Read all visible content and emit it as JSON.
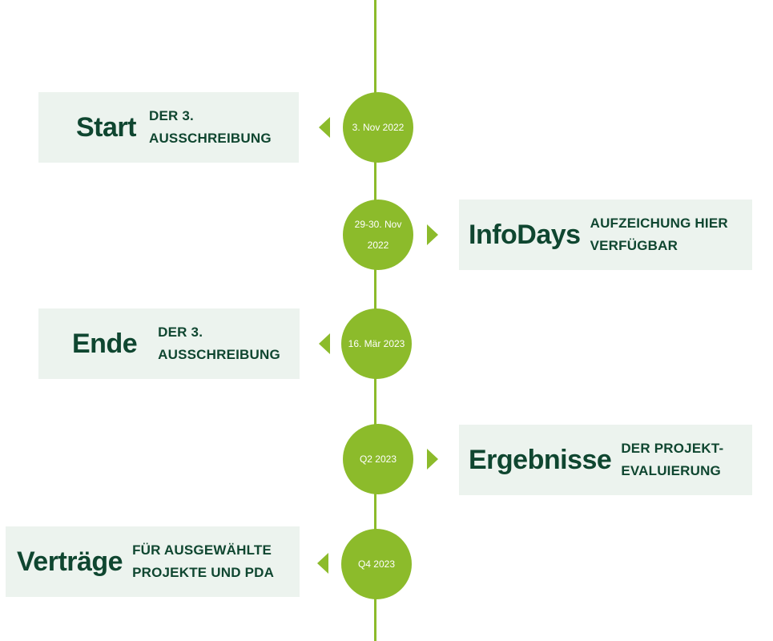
{
  "timeline": {
    "line_color": "#8cbb2b",
    "card_background": "#ecf3ee",
    "text_color": "#0f4630",
    "events": [
      {
        "date": "3. Nov 2022",
        "title": "Start",
        "subtitle": "DER 3.\nAUSSCHREIBUNG",
        "side": "left"
      },
      {
        "date": "29-30. Nov 2022",
        "title": "InfoDays",
        "subtitle": "AUFZEICHUNG HIER\nVERFÜGBAR",
        "side": "right"
      },
      {
        "date": "16. Mär 2023",
        "title": "Ende",
        "subtitle": "DER 3.\nAUSSCHREIBUNG",
        "side": "left"
      },
      {
        "date": "Q2 2023",
        "title": "Ergebnisse",
        "subtitle": "DER PROJEKT-\nEVALUIERUNG",
        "side": "right"
      },
      {
        "date": "Q4 2023",
        "title": "Verträge",
        "subtitle": "FÜR AUSGEWÄHLTE\nPROJEKTE UND PDA",
        "side": "left"
      }
    ]
  }
}
